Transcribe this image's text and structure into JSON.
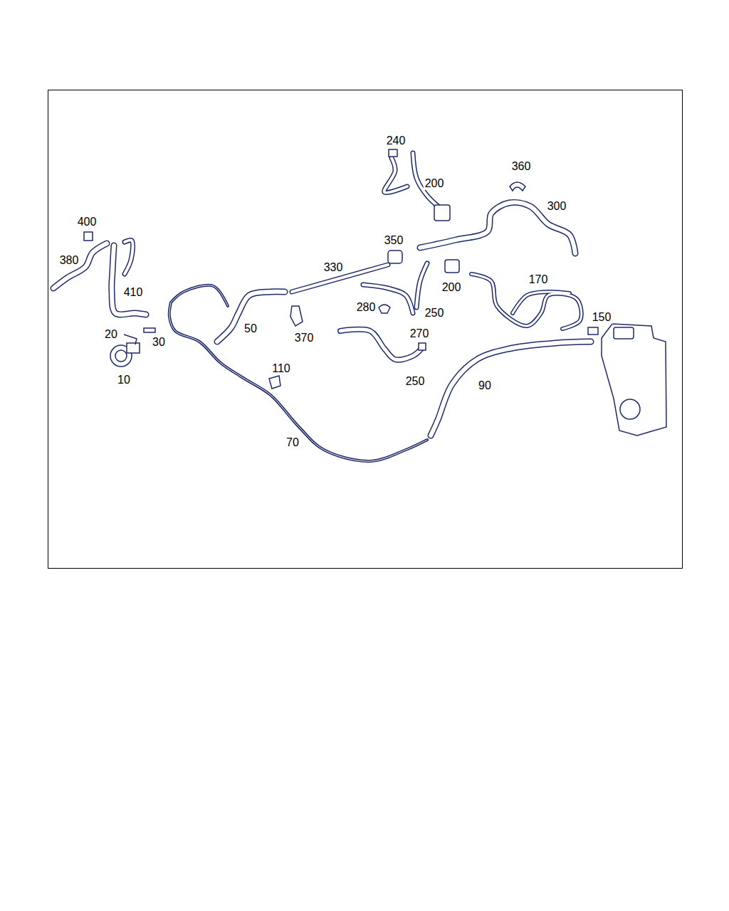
{
  "diagram": {
    "labels": [
      "240",
      "200",
      "360",
      "300",
      "400",
      "350",
      "380",
      "330",
      "170",
      "200",
      "410",
      "280",
      "250",
      "150",
      "50",
      "20",
      "270",
      "30",
      "370",
      "110",
      "10",
      "250",
      "90",
      "70"
    ]
  }
}
